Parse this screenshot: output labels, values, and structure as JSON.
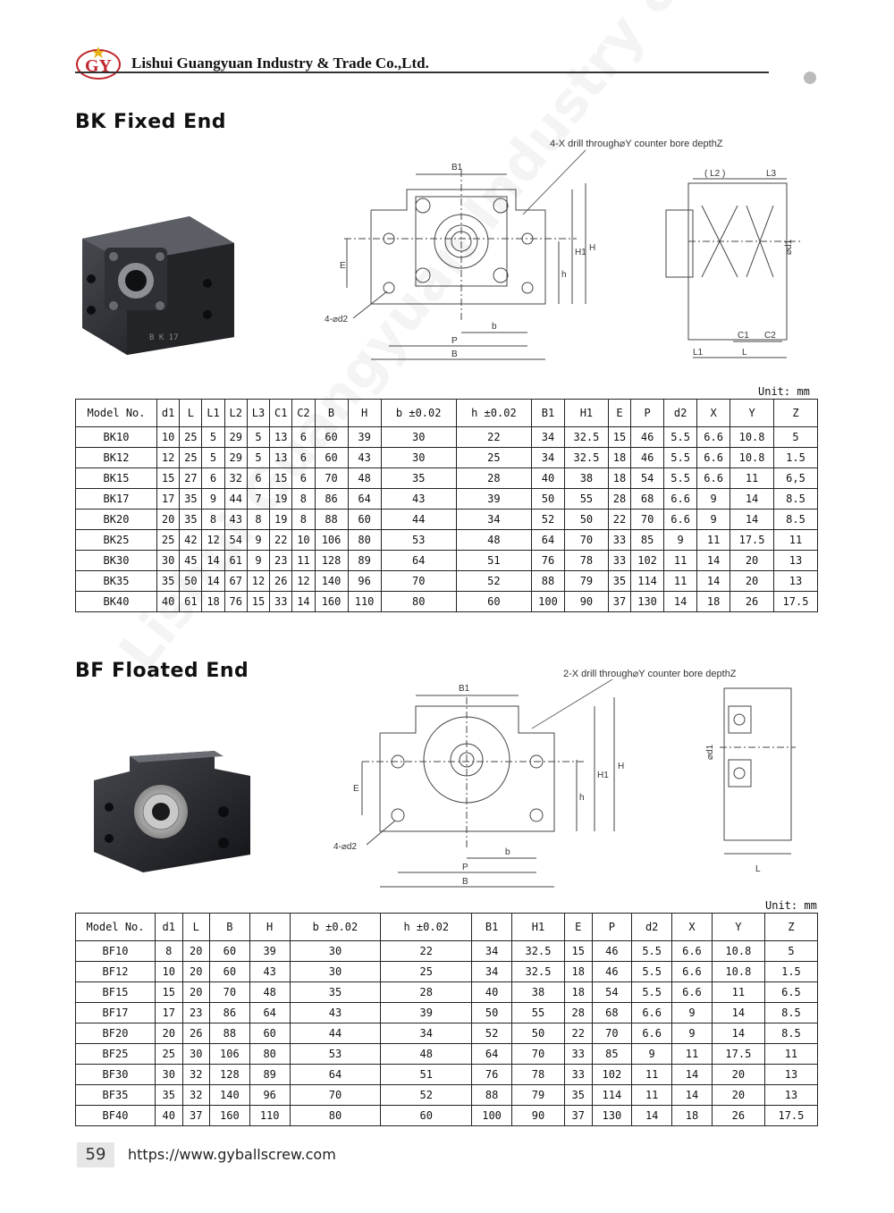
{
  "header": {
    "logo_text": "GY",
    "company": "Lishui Guangyuan Industry & Trade Co.,Ltd."
  },
  "watermark": "Lishui Guangyuan Industry & Trade Co.,Ltd.",
  "bk": {
    "title": "BK  Fixed End",
    "photo_marking": "B K 17",
    "drawing_note": "4-X drill through⌀Y counter bore depthZ",
    "unit": "Unit: mm",
    "columns": [
      "Model No.",
      "d1",
      "L",
      "L1",
      "L2",
      "L3",
      "C1",
      "C2",
      "B",
      "H",
      "b ±0.02",
      "h ±0.02",
      "B1",
      "H1",
      "E",
      "P",
      "d2",
      "X",
      "Y",
      "Z"
    ],
    "rows": [
      [
        "BK10",
        "10",
        "25",
        "5",
        "29",
        "5",
        "13",
        "6",
        "60",
        "39",
        "30",
        "22",
        "34",
        "32.5",
        "15",
        "46",
        "5.5",
        "6.6",
        "10.8",
        "5"
      ],
      [
        "BK12",
        "12",
        "25",
        "5",
        "29",
        "5",
        "13",
        "6",
        "60",
        "43",
        "30",
        "25",
        "34",
        "32.5",
        "18",
        "46",
        "5.5",
        "6.6",
        "10.8",
        "1.5"
      ],
      [
        "BK15",
        "15",
        "27",
        "6",
        "32",
        "6",
        "15",
        "6",
        "70",
        "48",
        "35",
        "28",
        "40",
        "38",
        "18",
        "54",
        "5.5",
        "6.6",
        "11",
        "6,5"
      ],
      [
        "BK17",
        "17",
        "35",
        "9",
        "44",
        "7",
        "19",
        "8",
        "86",
        "64",
        "43",
        "39",
        "50",
        "55",
        "28",
        "68",
        "6.6",
        "9",
        "14",
        "8.5"
      ],
      [
        "BK20",
        "20",
        "35",
        "8",
        "43",
        "8",
        "19",
        "8",
        "88",
        "60",
        "44",
        "34",
        "52",
        "50",
        "22",
        "70",
        "6.6",
        "9",
        "14",
        "8.5"
      ],
      [
        "BK25",
        "25",
        "42",
        "12",
        "54",
        "9",
        "22",
        "10",
        "106",
        "80",
        "53",
        "48",
        "64",
        "70",
        "33",
        "85",
        "9",
        "11",
        "17.5",
        "11"
      ],
      [
        "BK30",
        "30",
        "45",
        "14",
        "61",
        "9",
        "23",
        "11",
        "128",
        "89",
        "64",
        "51",
        "76",
        "78",
        "33",
        "102",
        "11",
        "14",
        "20",
        "13"
      ],
      [
        "BK35",
        "35",
        "50",
        "14",
        "67",
        "12",
        "26",
        "12",
        "140",
        "96",
        "70",
        "52",
        "88",
        "79",
        "35",
        "114",
        "11",
        "14",
        "20",
        "13"
      ],
      [
        "BK40",
        "40",
        "61",
        "18",
        "76",
        "15",
        "33",
        "14",
        "160",
        "110",
        "80",
        "60",
        "100",
        "90",
        "37",
        "130",
        "14",
        "18",
        "26",
        "17.5"
      ]
    ]
  },
  "bf": {
    "title": "BF  Floated End",
    "drawing_note": "2-X drill through⌀Y counter bore depthZ",
    "unit": "Unit: mm",
    "columns": [
      "Model No.",
      "d1",
      "L",
      "B",
      "H",
      "b ±0.02",
      "h ±0.02",
      "B1",
      "H1",
      "E",
      "P",
      "d2",
      "X",
      "Y",
      "Z"
    ],
    "rows": [
      [
        "BF10",
        "8",
        "20",
        "60",
        "39",
        "30",
        "22",
        "34",
        "32.5",
        "15",
        "46",
        "5.5",
        "6.6",
        "10.8",
        "5"
      ],
      [
        "BF12",
        "10",
        "20",
        "60",
        "43",
        "30",
        "25",
        "34",
        "32.5",
        "18",
        "46",
        "5.5",
        "6.6",
        "10.8",
        "1.5"
      ],
      [
        "BF15",
        "15",
        "20",
        "70",
        "48",
        "35",
        "28",
        "40",
        "38",
        "18",
        "54",
        "5.5",
        "6.6",
        "11",
        "6.5"
      ],
      [
        "BF17",
        "17",
        "23",
        "86",
        "64",
        "43",
        "39",
        "50",
        "55",
        "28",
        "68",
        "6.6",
        "9",
        "14",
        "8.5"
      ],
      [
        "BF20",
        "20",
        "26",
        "88",
        "60",
        "44",
        "34",
        "52",
        "50",
        "22",
        "70",
        "6.6",
        "9",
        "14",
        "8.5"
      ],
      [
        "BF25",
        "25",
        "30",
        "106",
        "80",
        "53",
        "48",
        "64",
        "70",
        "33",
        "85",
        "9",
        "11",
        "17.5",
        "11"
      ],
      [
        "BF30",
        "30",
        "32",
        "128",
        "89",
        "64",
        "51",
        "76",
        "78",
        "33",
        "102",
        "11",
        "14",
        "20",
        "13"
      ],
      [
        "BF35",
        "35",
        "32",
        "140",
        "96",
        "70",
        "52",
        "88",
        "79",
        "35",
        "114",
        "11",
        "14",
        "20",
        "13"
      ],
      [
        "BF40",
        "40",
        "37",
        "160",
        "110",
        "80",
        "60",
        "100",
        "90",
        "37",
        "130",
        "14",
        "18",
        "26",
        "17.5"
      ]
    ]
  },
  "dims": {
    "B1": "B1",
    "E": "E",
    "h": "h",
    "H1": "H1",
    "H": "H",
    "b": "b",
    "P": "P",
    "B": "B",
    "d2": "4-⌀d2",
    "d2_bf": "4-⌀d2",
    "L2": "( L2 )",
    "L3": "L3",
    "d1": "⌀d1",
    "C1": "C1",
    "C2": "C2",
    "L1": "L1",
    "L": "L"
  },
  "footer": {
    "page_number": "59",
    "url": "https://www.gyballscrew.com"
  }
}
